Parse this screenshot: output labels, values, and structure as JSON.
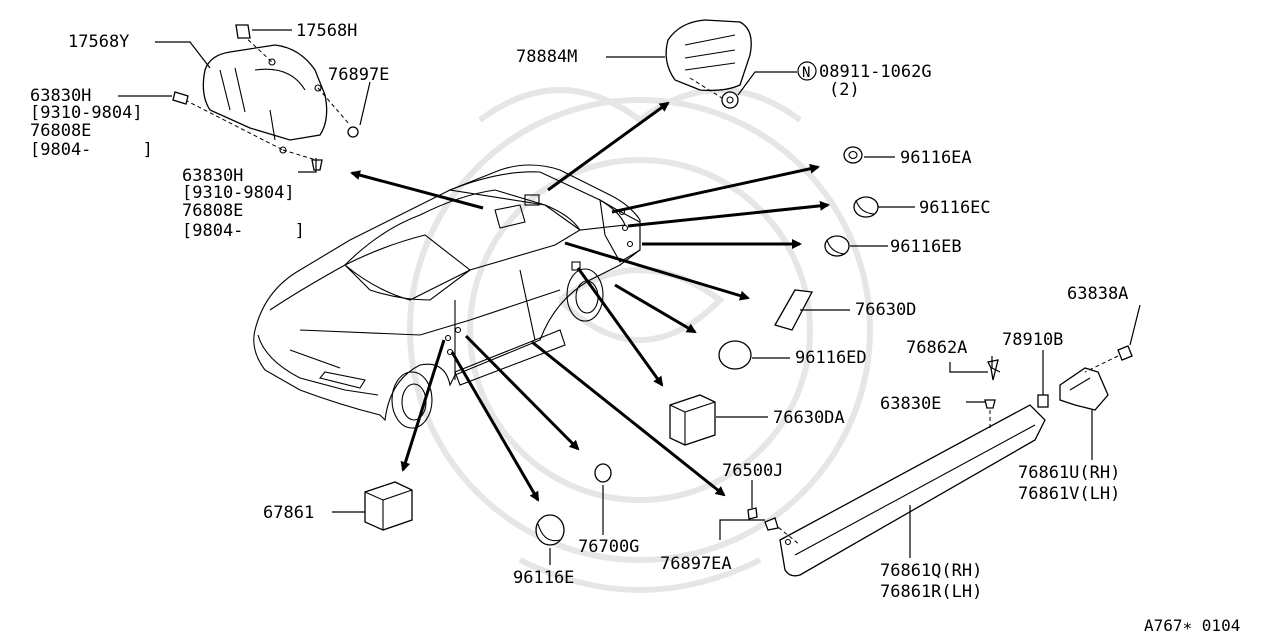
{
  "diagram_code": "A767∗ 0104",
  "parts": {
    "p17568Y": "17568Y",
    "p17568H": "17568H",
    "p63830H_a": "63830H",
    "date_a1": "[9310-9804]",
    "p76808E_a": "76808E",
    "date_a2": "[9804-     ]",
    "p76897E": "76897E",
    "p63830H_b": "63830H",
    "date_b1": "[9310-9804]",
    "p76808E_b": "76808E",
    "date_b2": "[9804-     ]",
    "p78884M": "78884M",
    "nut_symbol": "N",
    "p08911": "08911-1062G",
    "qty_08911": "(2)",
    "p96116EA": "96116EA",
    "p96116EC": "96116EC",
    "p96116EB": "96116EB",
    "p76630D": "76630D",
    "p96116ED": "96116ED",
    "p76630DA": "76630DA",
    "p63838A": "63838A",
    "p76862A": "76862A",
    "p78910B": "78910B",
    "p63830E": "63830E",
    "p76861U": "76861U(RH)",
    "p76861V": "76861V(LH)",
    "p76500J": "76500J",
    "p76897EA": "76897EA",
    "p76861Q": "76861Q(RH)",
    "p76861R": "76861R(LH)",
    "p67861": "67861",
    "p96116E": "96116E",
    "p76700G": "76700G"
  }
}
